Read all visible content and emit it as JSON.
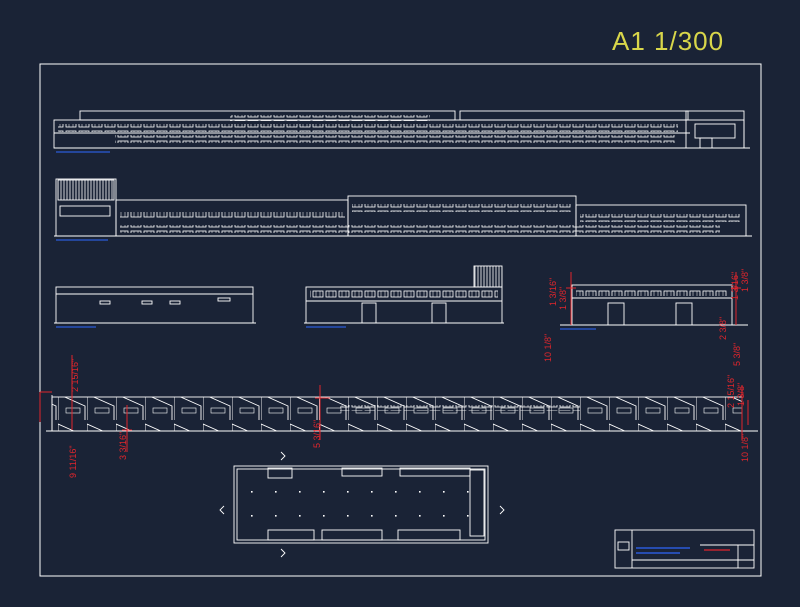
{
  "sheet": {
    "title": "A1 1/300"
  },
  "colors": {
    "background": "#1a2336",
    "linework": "#ffffff",
    "title": "#d8d64a",
    "dimension": "#e0262c",
    "label": "#2a5bd8"
  },
  "section_a_dims": {
    "left_top": "1 3/8\"",
    "left_mid": "1 3/16\"",
    "left_bot": "10 1/8\"",
    "right_top": "1 3/8\"",
    "right_mid": "1 3/16\"",
    "right_bot": "2 3/8\"",
    "right_low": "5 3/8\""
  },
  "section_b_dims": {
    "top": "2 15/16\"",
    "left_bot": "9 11/16\"",
    "left_low": "3 3/16\"",
    "mid": "5 3/16\"",
    "right_top": "2 15/16\"",
    "right_mid": "1 3/8\"",
    "right_bot": "10 1/8\""
  }
}
